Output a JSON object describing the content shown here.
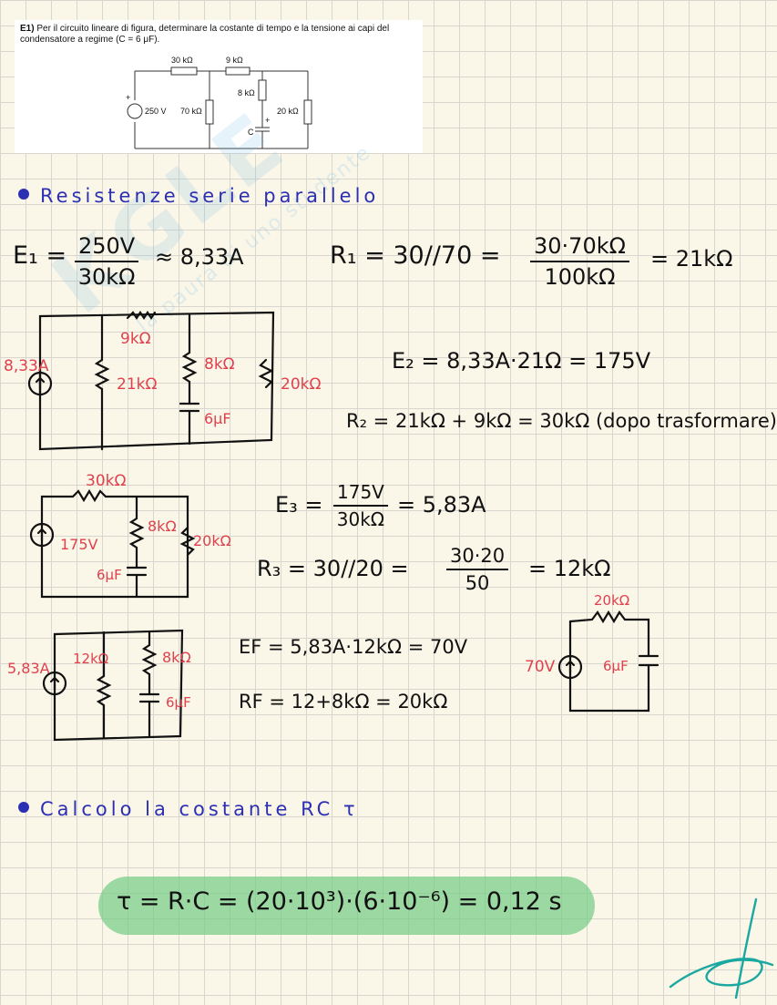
{
  "problem": {
    "label": "E1)",
    "text": " Per il circuito lineare di figura, determinare la costante di tempo e la tensione ai capi del condensatore a regime (C = 6 μF).",
    "circuit": {
      "r1": "30 kΩ",
      "r2": "9 kΩ",
      "r3": "8 kΩ",
      "r4": "70 kΩ",
      "r5": "20 kΩ",
      "source": "250 V",
      "cap": "C",
      "plus": "+"
    }
  },
  "watermark": {
    "brand": "KGLE",
    "sub": "la paura di uno studente"
  },
  "section1": {
    "title": "Resistenze serie parallelo"
  },
  "step1": {
    "e_lhs": "E₁ =",
    "e_num": "250V",
    "e_den": "30kΩ",
    "e_res": "≈ 8,33A",
    "r_lhs": "R₁ = 30//70 =",
    "r_num": "30·70kΩ",
    "r_den": "100kΩ",
    "r_res": "= 21kΩ"
  },
  "circuit1": {
    "current": "8,33A",
    "r_a": "21kΩ",
    "r_b": "9kΩ",
    "r_c": "8kΩ",
    "r_d": "20kΩ",
    "cap": "6μF"
  },
  "step2": {
    "e": "E₂ = 8,33A·21Ω = 175V",
    "r": "R₂ = 21kΩ + 9kΩ = 30kΩ (dopo trasformare)"
  },
  "circuit2": {
    "r_a": "30kΩ",
    "source": "175V",
    "r_b": "8kΩ",
    "cap": "6μF",
    "r_c": "20kΩ"
  },
  "step3": {
    "e_lhs": "E₃ =",
    "e_num": "175V",
    "e_den": "30kΩ",
    "e_res": "= 5,83A",
    "r_lhs": "R₃ = 30//20 =",
    "r_num": "30·20",
    "r_den": "50",
    "r_res": "= 12kΩ"
  },
  "circuit3": {
    "current": "5,83A",
    "r_a": "12kΩ",
    "r_b": "8kΩ",
    "cap": "6μF"
  },
  "step4": {
    "e": "EF = 5,83A·12kΩ = 70V",
    "r": "RF = 12+8kΩ = 20kΩ"
  },
  "circuit4": {
    "r": "20kΩ",
    "source": "70V",
    "cap": "6μF"
  },
  "section2": {
    "title": "Calcolo la costante RC τ"
  },
  "final": {
    "formula": "τ = R·C = (20·10³)·(6·10⁻⁶) = 0,12 s"
  }
}
